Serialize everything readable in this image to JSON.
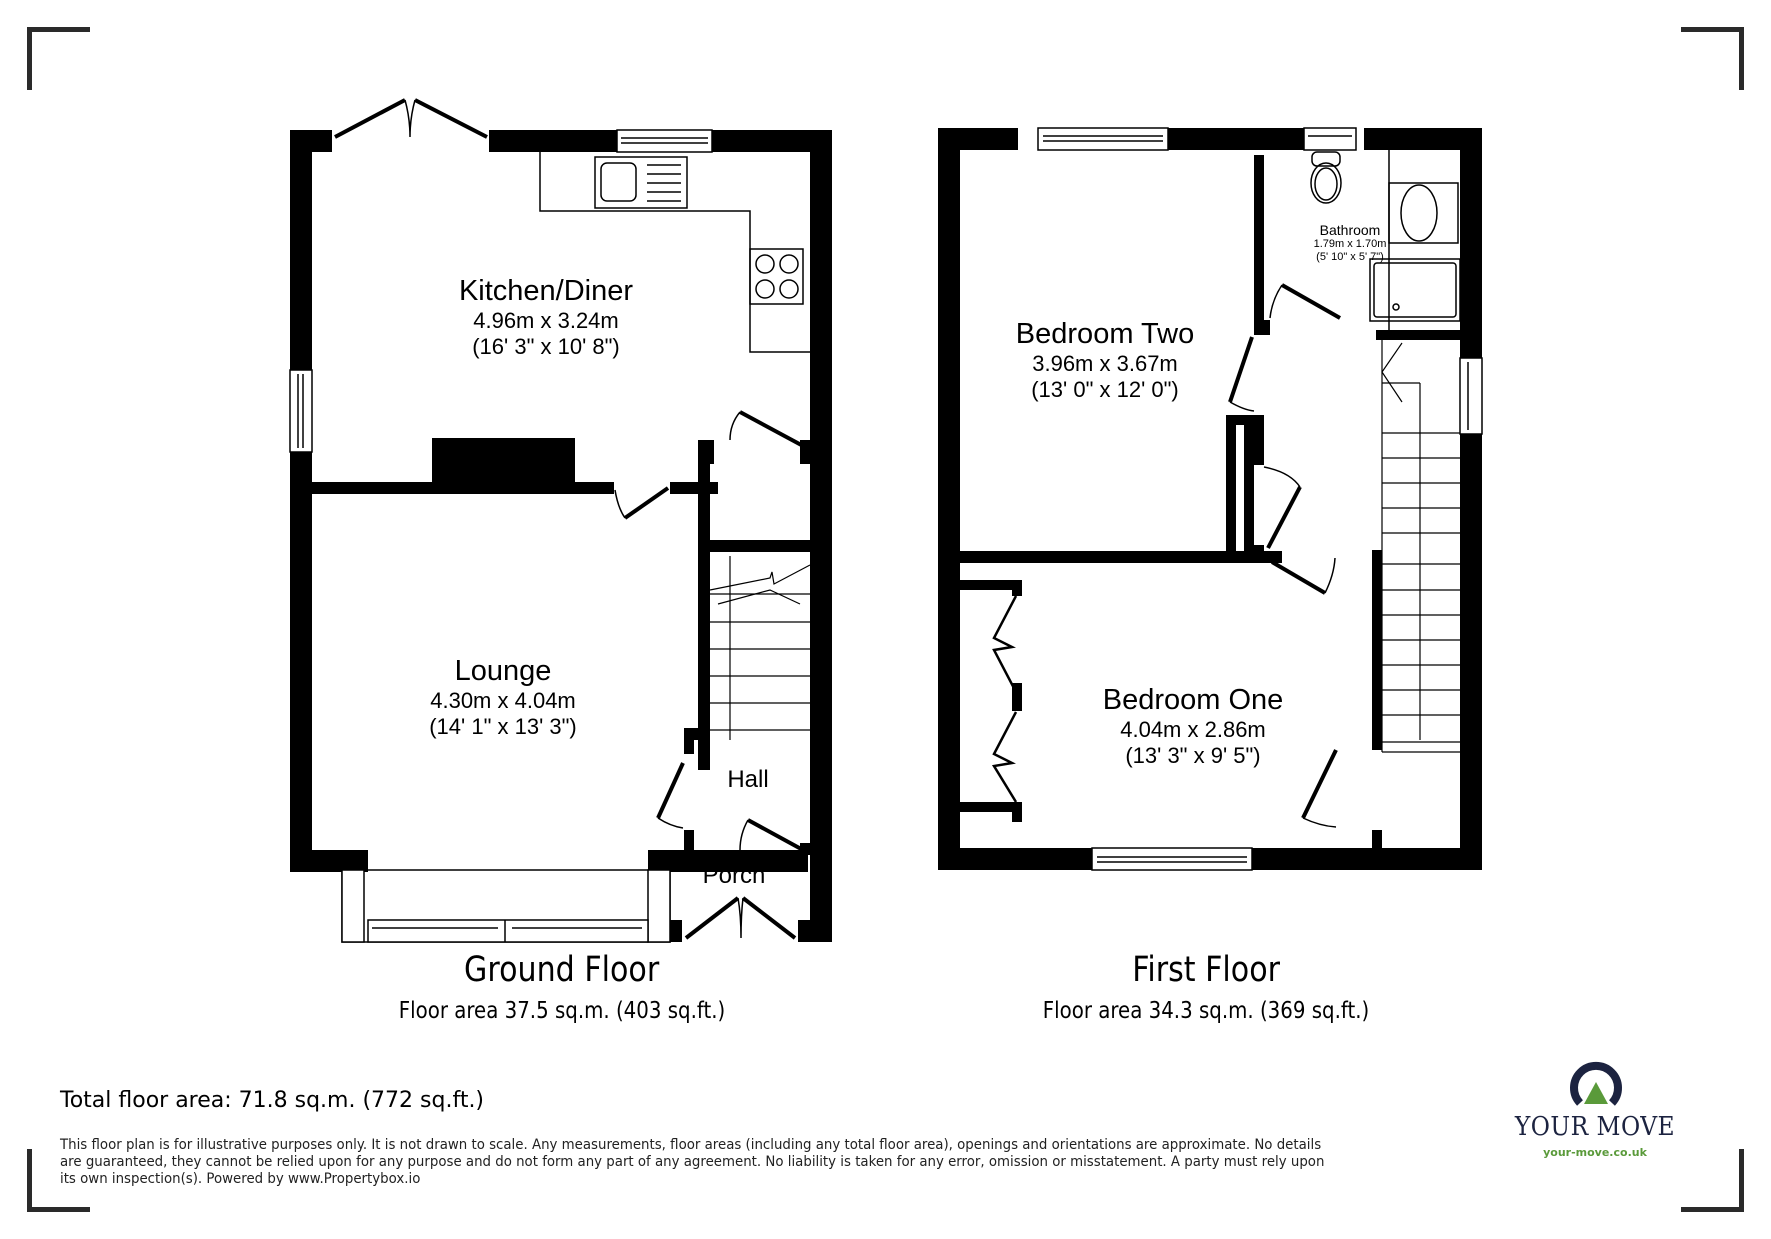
{
  "ground_floor": {
    "title": "Ground Floor",
    "area": "Floor area 37.5 sq.m. (403 sq.ft.)",
    "rooms": [
      {
        "name": "Kitchen/Diner",
        "metric": "4.96m x 3.24m",
        "imperial": "(16' 3\" x 10' 8\")"
      },
      {
        "name": "Lounge",
        "metric": "4.30m x 4.04m",
        "imperial": "(14' 1\" x 13' 3\")"
      },
      {
        "name": "Hall"
      },
      {
        "name": "Porch"
      }
    ]
  },
  "first_floor": {
    "title": "First Floor",
    "area": "Floor area 34.3 sq.m. (369 sq.ft.)",
    "rooms": [
      {
        "name": "Bedroom Two",
        "metric": "3.96m x 3.67m",
        "imperial": "(13' 0\" x 12' 0\")"
      },
      {
        "name": "Bathroom",
        "metric": "1.79m x 1.70m",
        "imperial": "(5' 10\" x 5' 7\")"
      },
      {
        "name": "Bedroom One",
        "metric": "4.04m x 2.86m",
        "imperial": "(13' 3\" x 9' 5\")"
      }
    ]
  },
  "total_area": "Total floor area: 71.8 sq.m. (772 sq.ft.)",
  "disclaimer": "This floor plan is for illustrative purposes only. It is not drawn to scale. Any measurements, floor areas (including any total floor area), openings and orientations are approximate. No details are guaranteed, they cannot be relied upon for any purpose and do not form any part of any agreement. No liability is taken for any error, omission or misstatement. A party must rely upon its own inspection(s). Powered by www.Propertybox.io",
  "brand": {
    "name": "YOUR MOVE",
    "url": "your-move.co.uk",
    "colors": {
      "navy": "#1c2340",
      "green": "#5a9a3a"
    }
  }
}
